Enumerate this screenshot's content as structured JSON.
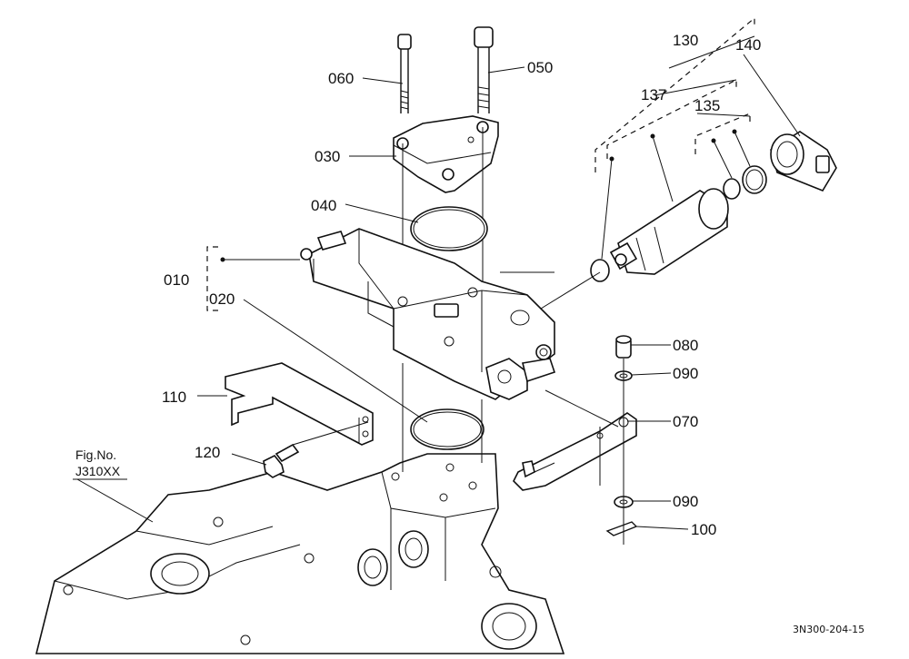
{
  "labels": {
    "p010": "010",
    "p020": "020",
    "p030": "030",
    "p040": "040",
    "p050": "050",
    "p060": "060",
    "p070": "070",
    "p080": "080",
    "p090a": "090",
    "p090b": "090",
    "p100": "100",
    "p110": "110",
    "p120": "120",
    "p130": "130",
    "p135": "135",
    "p137": "137",
    "p140": "140"
  },
  "figure_ref": {
    "line1": "Fig.No.",
    "line2": "J310XX"
  },
  "drawing_number": "3N300-204-15"
}
